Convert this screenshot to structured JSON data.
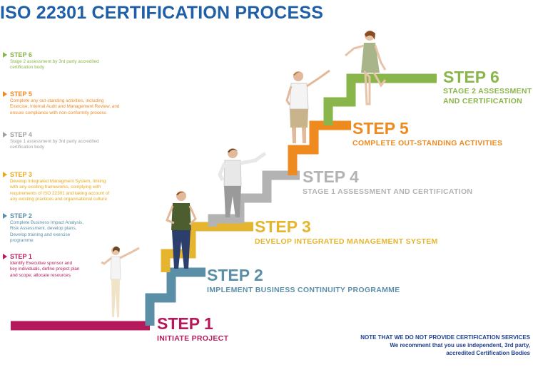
{
  "title": "ISO 22301 CERTIFICATION PROCESS",
  "colors": {
    "title": "#1f5fa8",
    "step1": "#b5195b",
    "step2": "#5b8fa8",
    "step3": "#e6b530",
    "step4": "#b3b3b3",
    "step5": "#ef8a1f",
    "step6": "#8ab54a",
    "note": "#1f3f8f"
  },
  "sidebar": [
    {
      "heading": "STEP 6",
      "lines": [
        "Stage 2 assessment by 3rd party accredited",
        "certification body"
      ]
    },
    {
      "heading": "STEP 5",
      "lines": [
        "Complete any out-standing activities, including",
        "Exercise, Internal Audit and Management Review, and",
        "ensure compliance with non-conformity process"
      ]
    },
    {
      "heading": "STEP 4",
      "lines": [
        "Stage 1 assessment by 3rd party accredited",
        "certification body"
      ]
    },
    {
      "heading": "STEP 3",
      "lines": [
        "Develop Integrated Managment System, linking",
        "with any existing frameworks, complying with",
        "requirements of ISO 22301 and taking account of",
        "any existing practices and organisational culture"
      ]
    },
    {
      "heading": "STEP 2",
      "lines": [
        "Complete Business Impact Analysis,",
        "Risk Assessment.  develop plans,",
        "Develop training and exercise",
        "programme"
      ]
    },
    {
      "heading": "STEP 1",
      "lines": [
        "Identify Executive sponsor and",
        "key individuals, define project plan",
        "and scope; allocate resources"
      ]
    }
  ],
  "steps": [
    {
      "label": "STEP 1",
      "text": "INITIATE PROJECT"
    },
    {
      "label": "STEP 2",
      "text": "IMPLEMENT BUSINESS CONTINUITY PROGRAMME"
    },
    {
      "label": "STEP 3",
      "text": "DEVELOP INTEGRATED MANAGEMENT SYSTEM"
    },
    {
      "label": "STEP 4",
      "text": "STAGE 1 ASSESSMENT AND CERTIFICATION"
    },
    {
      "label": "STEP 5",
      "text": "COMPLETE OUT-STANDING ACTIVITIES"
    },
    {
      "label": "STEP 6",
      "text": "STAGE 2 ASSESSMENT",
      "text2": "AND CERTIFICATION"
    }
  ],
  "note": {
    "line1": "NOTE THAT WE DO NOT PROVIDE CERTIFICATION SERVICES",
    "line2": "We recomment that you use independent, 3rd party,",
    "line3": "accredited Certification Bodies"
  }
}
